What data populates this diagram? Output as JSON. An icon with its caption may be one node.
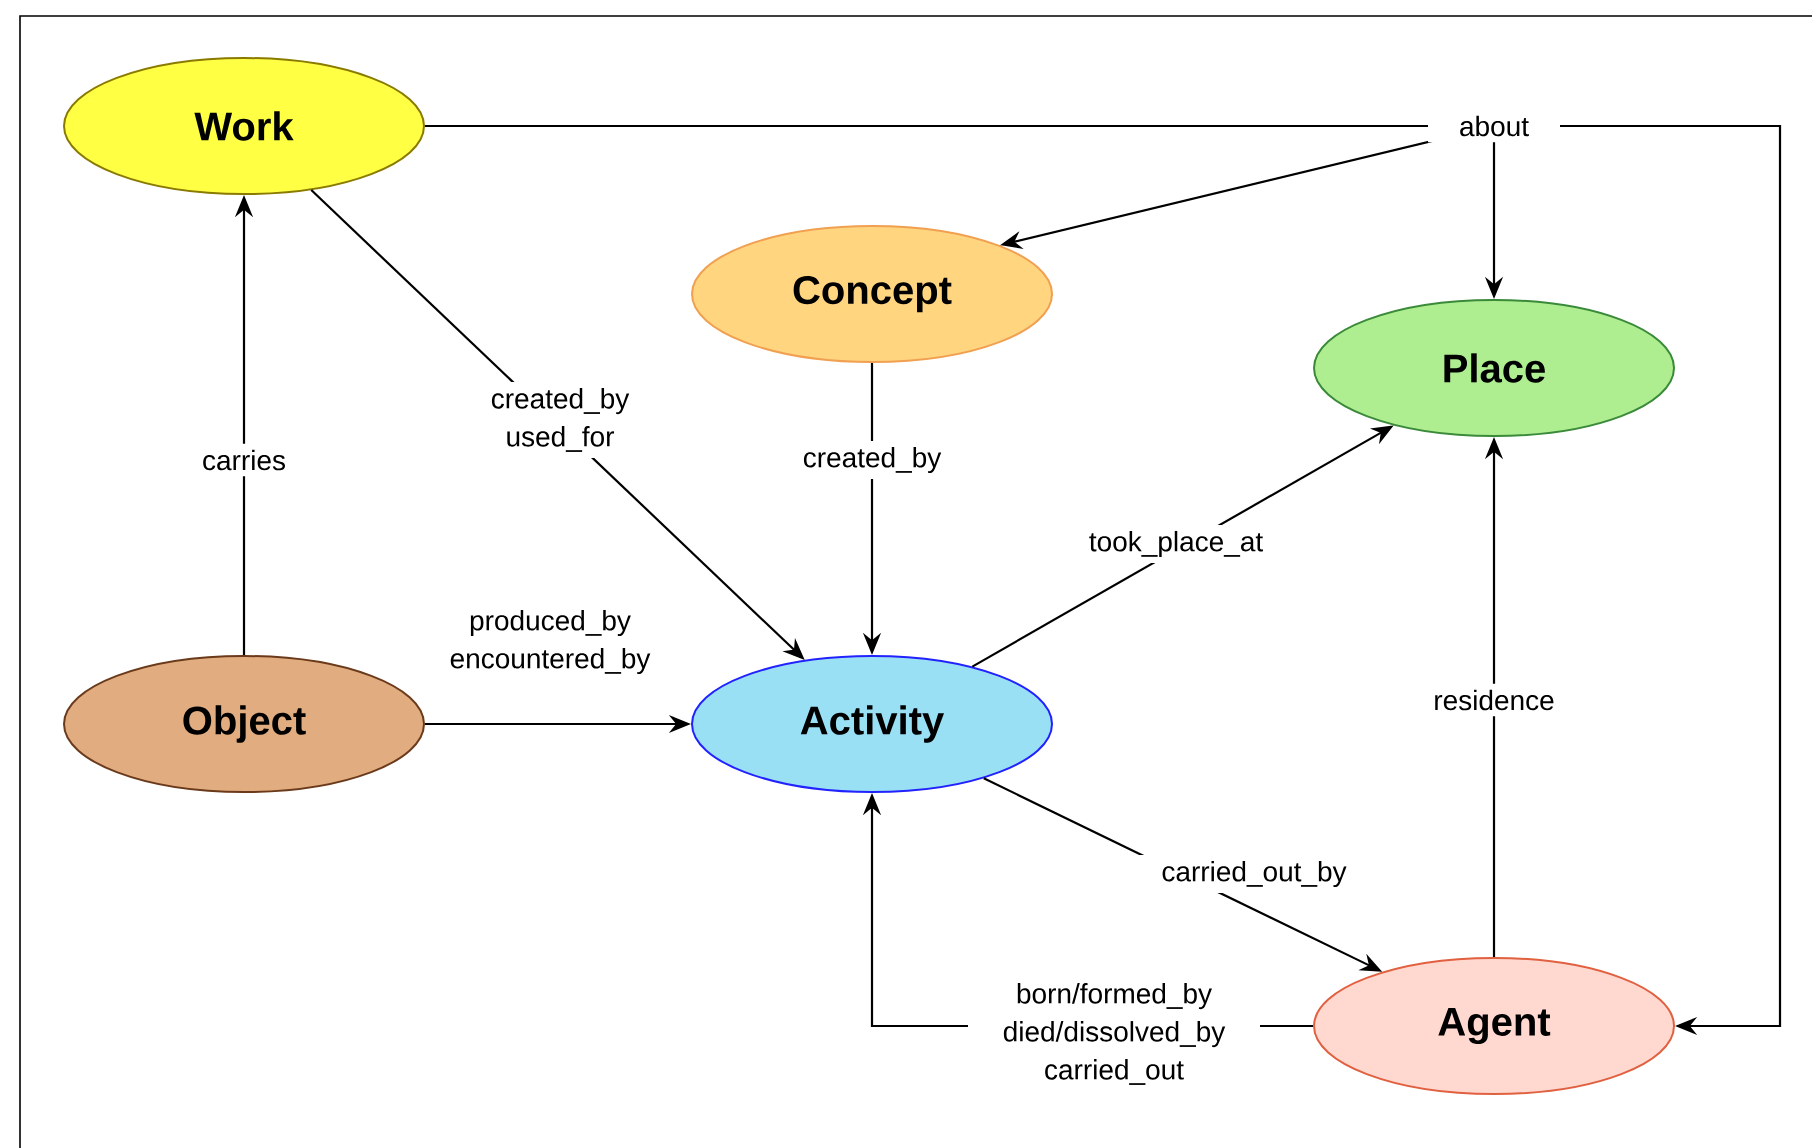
{
  "diagram": {
    "nodes": [
      {
        "text": [
          "Work"
        ]
      },
      {
        "text": [
          "Concept"
        ]
      },
      {
        "text": [
          "Place"
        ]
      },
      {
        "text": [
          "Object"
        ]
      },
      {
        "text": [
          "Activity"
        ]
      },
      {
        "text": [
          "Agent"
        ]
      }
    ],
    "edges": [
      {
        "from": 0,
        "to": 1,
        "arrow": "to",
        "label": "about"
      },
      {
        "from": 0,
        "to": 2,
        "arrow": "to"
      },
      {
        "from": 0,
        "to": 5,
        "arrow": "to"
      },
      {
        "from": 0,
        "to": 4,
        "arrow": "to",
        "label": "created_by used_for"
      },
      {
        "from": 3,
        "to": 0,
        "arrow": "to",
        "label": "carries"
      },
      {
        "from": 1,
        "to": 4,
        "arrow": "to",
        "label": "created_by"
      },
      {
        "from": 4,
        "to": 2,
        "arrow": "to",
        "label": "took_place_at"
      },
      {
        "from": 3,
        "to": 4,
        "arrow": "to",
        "label": "produced_by encountered_by"
      },
      {
        "from": 4,
        "to": 5,
        "arrow": "to",
        "label": "carried_out_by"
      },
      {
        "from": 5,
        "to": 4,
        "arrow": "to",
        "label": "born/formed_by died/dissolved_by carried_out"
      },
      {
        "from": 5,
        "to": 2,
        "arrow": "to",
        "label": "residence"
      }
    ]
  }
}
